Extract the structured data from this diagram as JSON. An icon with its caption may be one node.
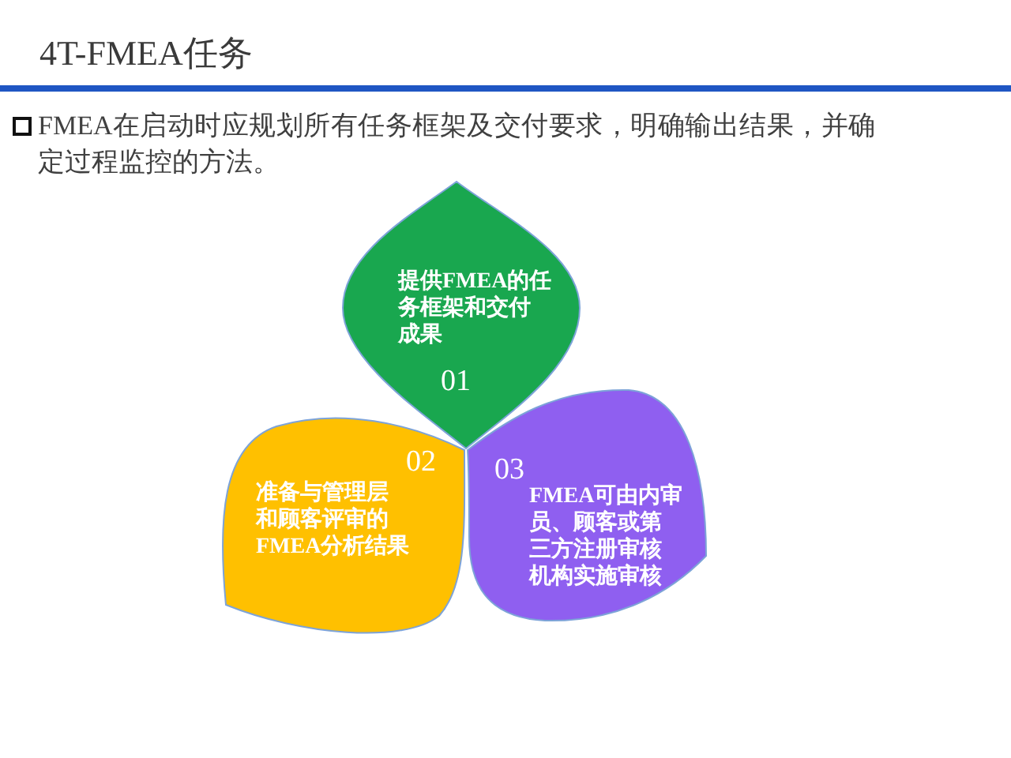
{
  "diagram": {
    "title": "4T-FMEA任务",
    "nodes": [
      {
        "text": [
          "提供FMEA的任务框架和交付成果",
          "01"
        ]
      },
      {
        "text": [
          "02",
          "准备与管理层和顾客评审的FMEA分析结果"
        ]
      },
      {
        "text": [
          "03",
          "FMEA可由内审员、顾客或第三方注册审核机构实施审核"
        ]
      }
    ],
    "labels": [
      "FMEA在启动时应规划所有任务框架及交付要求，明确输出结果，并确定过程监控的方法。"
    ]
  }
}
